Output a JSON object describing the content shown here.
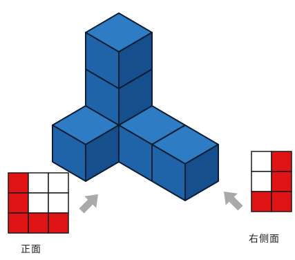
{
  "labels": {
    "front": "正面",
    "right_side": "右侧面"
  },
  "colors": {
    "cube_top": "#2d7cc4",
    "cube_left": "#1f64a8",
    "cube_right": "#154f8d",
    "cube_edge": "#0b1e33",
    "grid_filled": "#e01414",
    "grid_empty": "#ffffff",
    "grid_line": "#1a1a1a",
    "arrow": "#a9a9a9"
  },
  "front_view": {
    "rows": 3,
    "cols": 3,
    "cells": [
      [
        1,
        0,
        0
      ],
      [
        1,
        0,
        0
      ],
      [
        1,
        1,
        1
      ]
    ]
  },
  "right_side_view": {
    "rows": 3,
    "cols": 2,
    "cells": [
      [
        0,
        1
      ],
      [
        0,
        1
      ],
      [
        1,
        1
      ]
    ]
  },
  "solid": {
    "cubes": [
      {
        "i": 0,
        "j": 0,
        "k": 0
      },
      {
        "i": 0,
        "j": 0,
        "k": 1
      },
      {
        "i": 0,
        "j": 0,
        "k": 2
      },
      {
        "i": 0,
        "j": 1,
        "k": 0
      },
      {
        "i": 1,
        "j": 0,
        "k": 0
      },
      {
        "i": 2,
        "j": 0,
        "k": 0
      }
    ]
  },
  "icons": {
    "front_arrow": "arrow-up-right",
    "side_arrow": "arrow-up-left"
  }
}
